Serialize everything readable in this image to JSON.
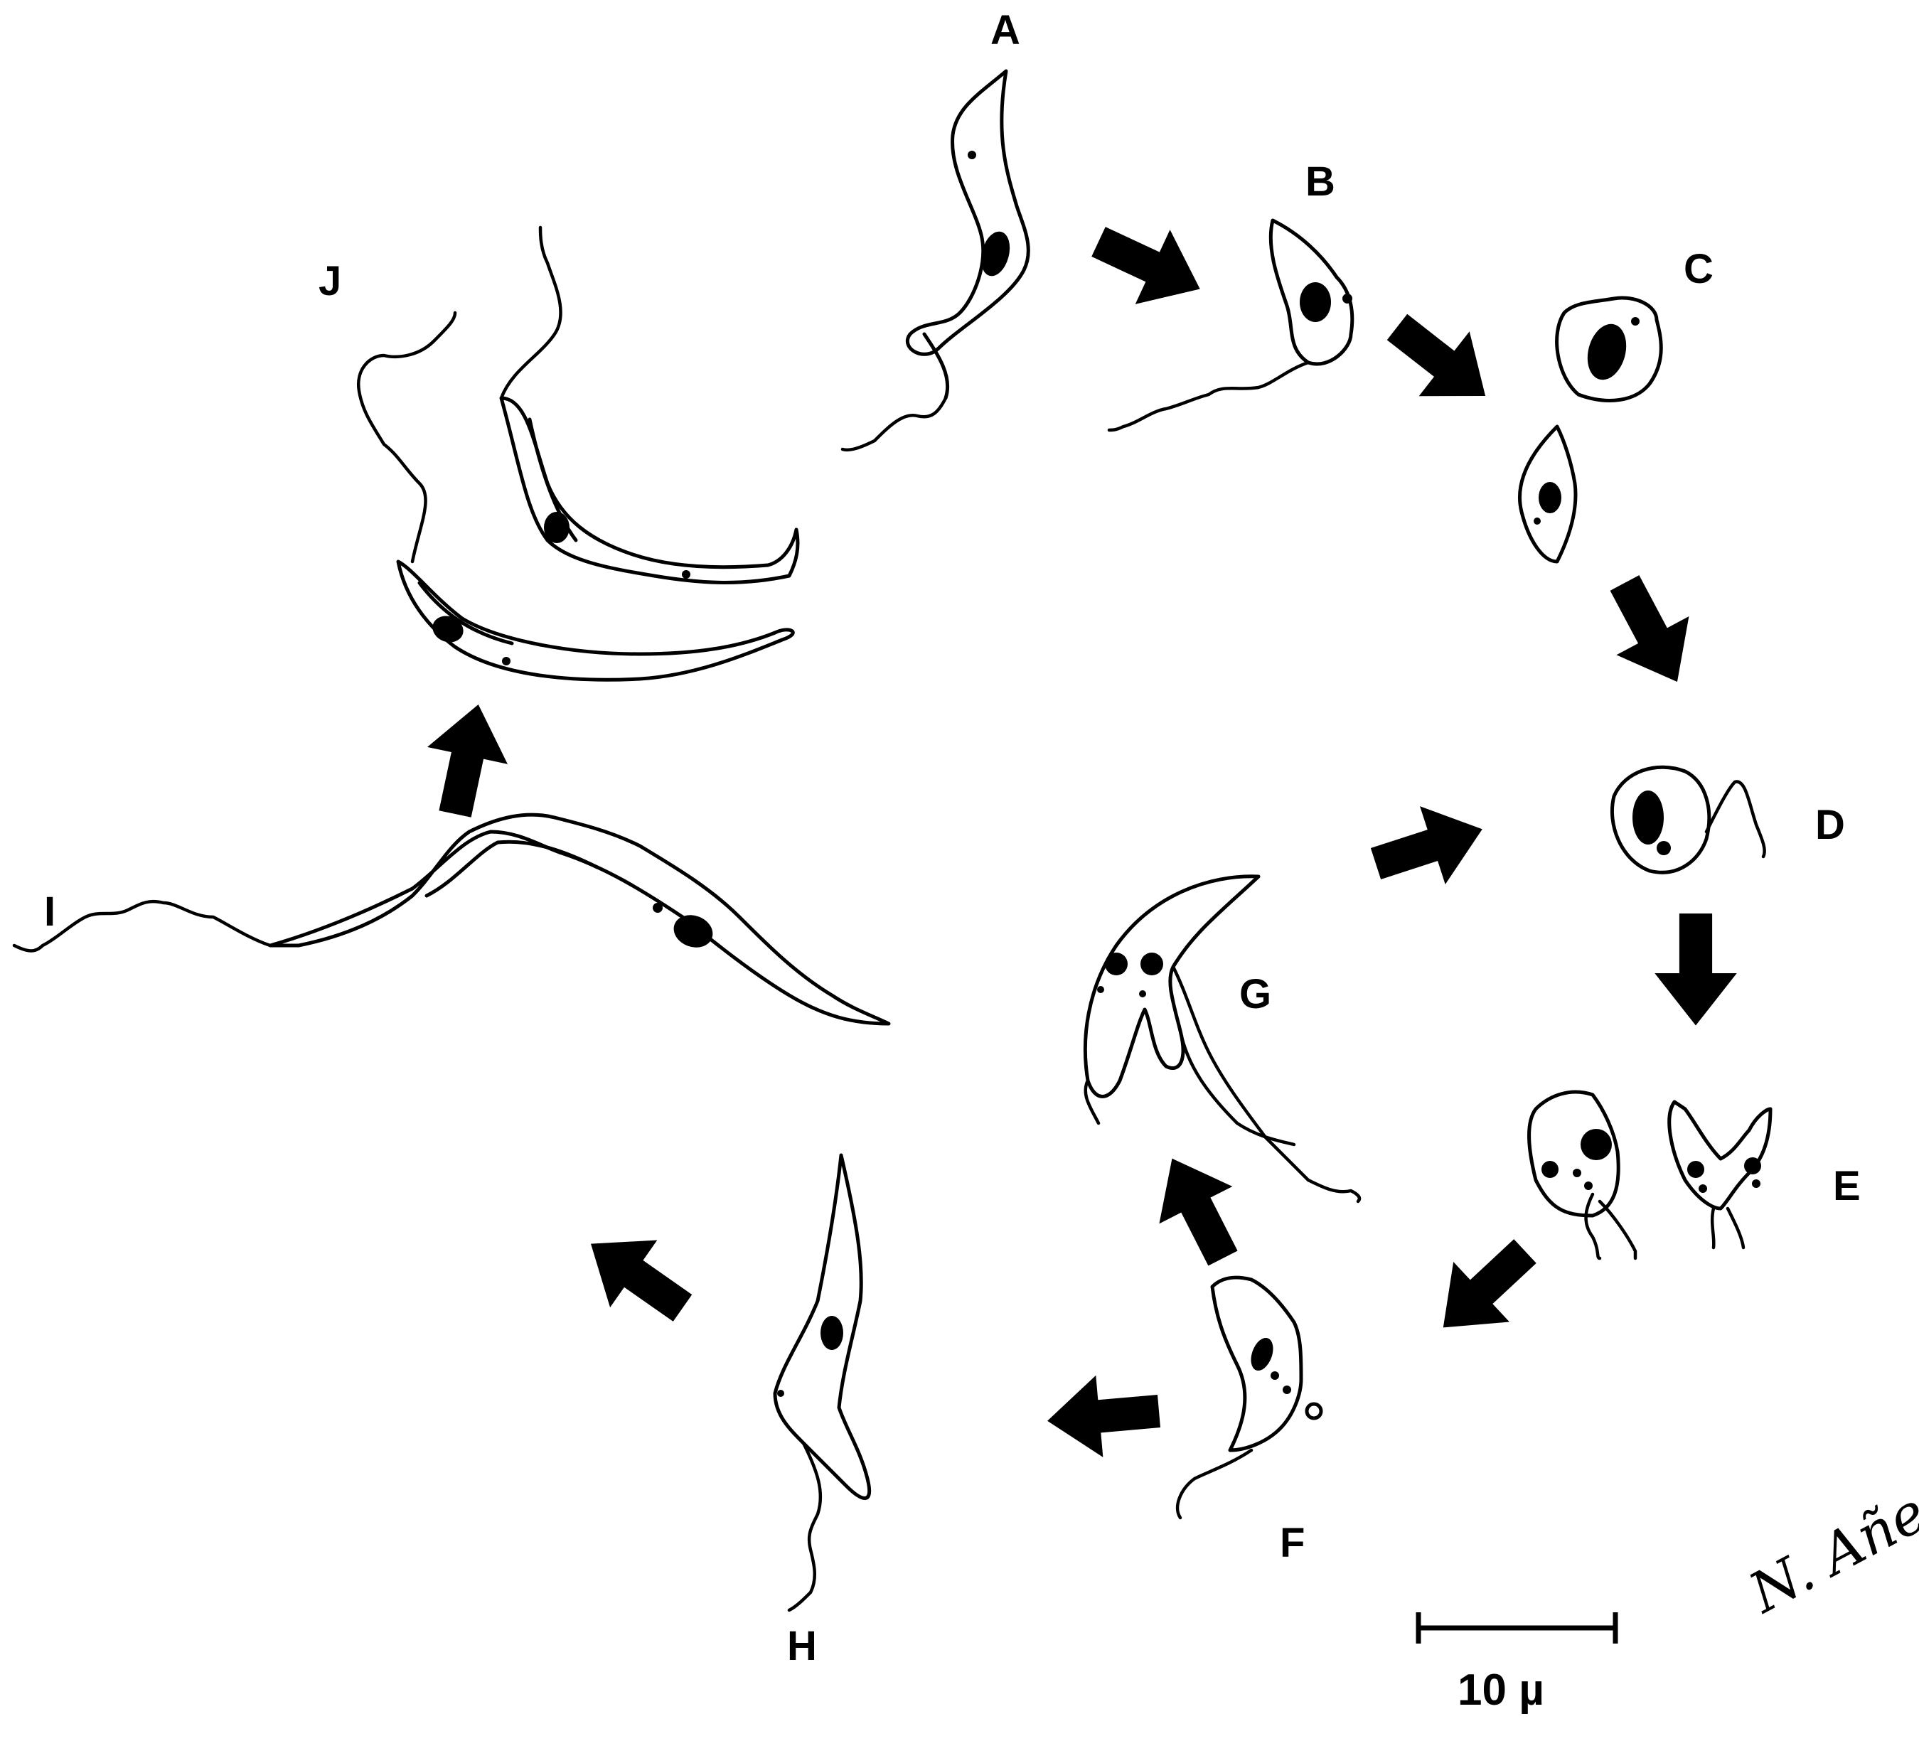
{
  "stages": [
    {
      "id": "A",
      "label": "A"
    },
    {
      "id": "B",
      "label": "B"
    },
    {
      "id": "C",
      "label": "C"
    },
    {
      "id": "D",
      "label": "D"
    },
    {
      "id": "E",
      "label": "E"
    },
    {
      "id": "F",
      "label": "F"
    },
    {
      "id": "G",
      "label": "G"
    },
    {
      "id": "H",
      "label": "H"
    },
    {
      "id": "I",
      "label": "I"
    },
    {
      "id": "J",
      "label": "J"
    }
  ],
  "scale_bar": {
    "label": "10 µ"
  },
  "signature": "N. Añez",
  "colors": {
    "ink": "#000000",
    "background": "#ffffff"
  }
}
